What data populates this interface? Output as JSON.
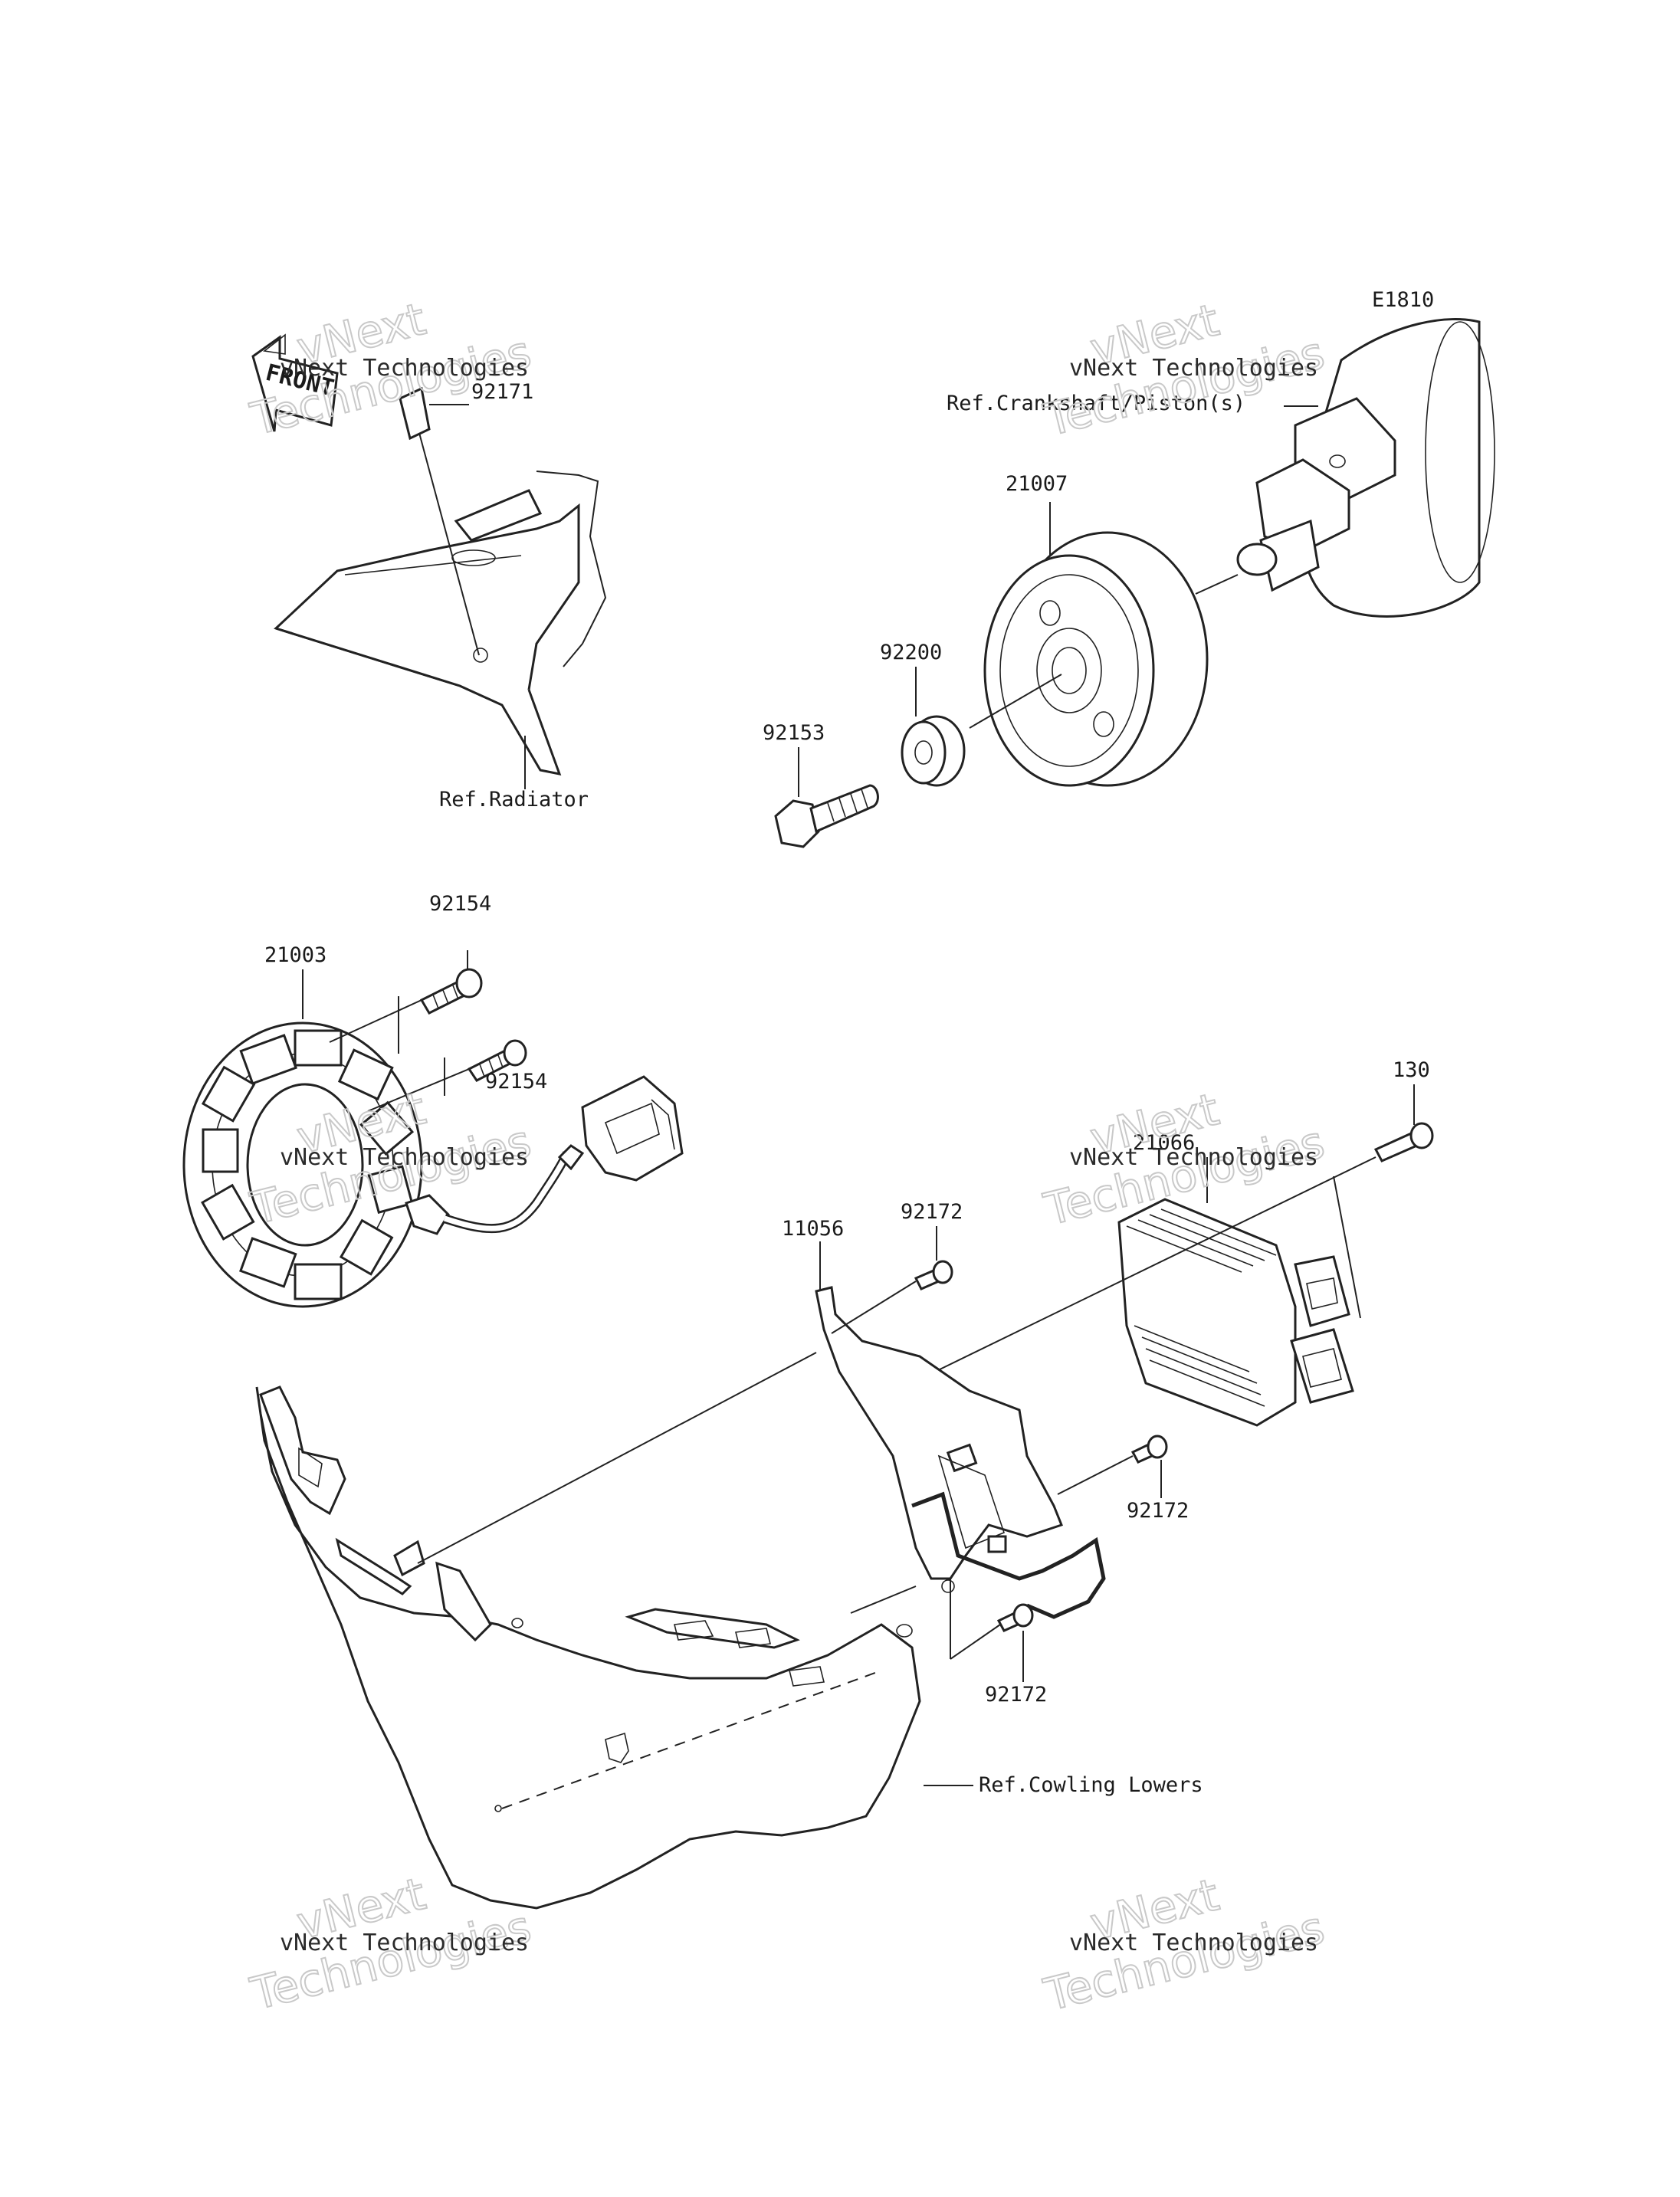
{
  "diagram": {
    "code": "E1810",
    "front_marker": "FRONT",
    "parts": {
      "p92171": "92171",
      "p21007": "21007",
      "p92200": "92200",
      "p92153": "92153",
      "p92154a": "92154",
      "p21003": "21003",
      "p92154b": "92154",
      "p130": "130",
      "p21066": "21066",
      "p92172a": "92172",
      "p11056": "11056",
      "p92172b": "92172",
      "p92172c": "92172"
    },
    "refs": {
      "radiator": "Ref.Radiator",
      "crankshaft": "Ref.Crankshaft/Piston(s)",
      "cowling": "Ref.Cowling Lowers"
    },
    "watermark": {
      "small": "vNext Technologies",
      "big_line1": "vNext",
      "big_line2": "Technologies"
    }
  }
}
